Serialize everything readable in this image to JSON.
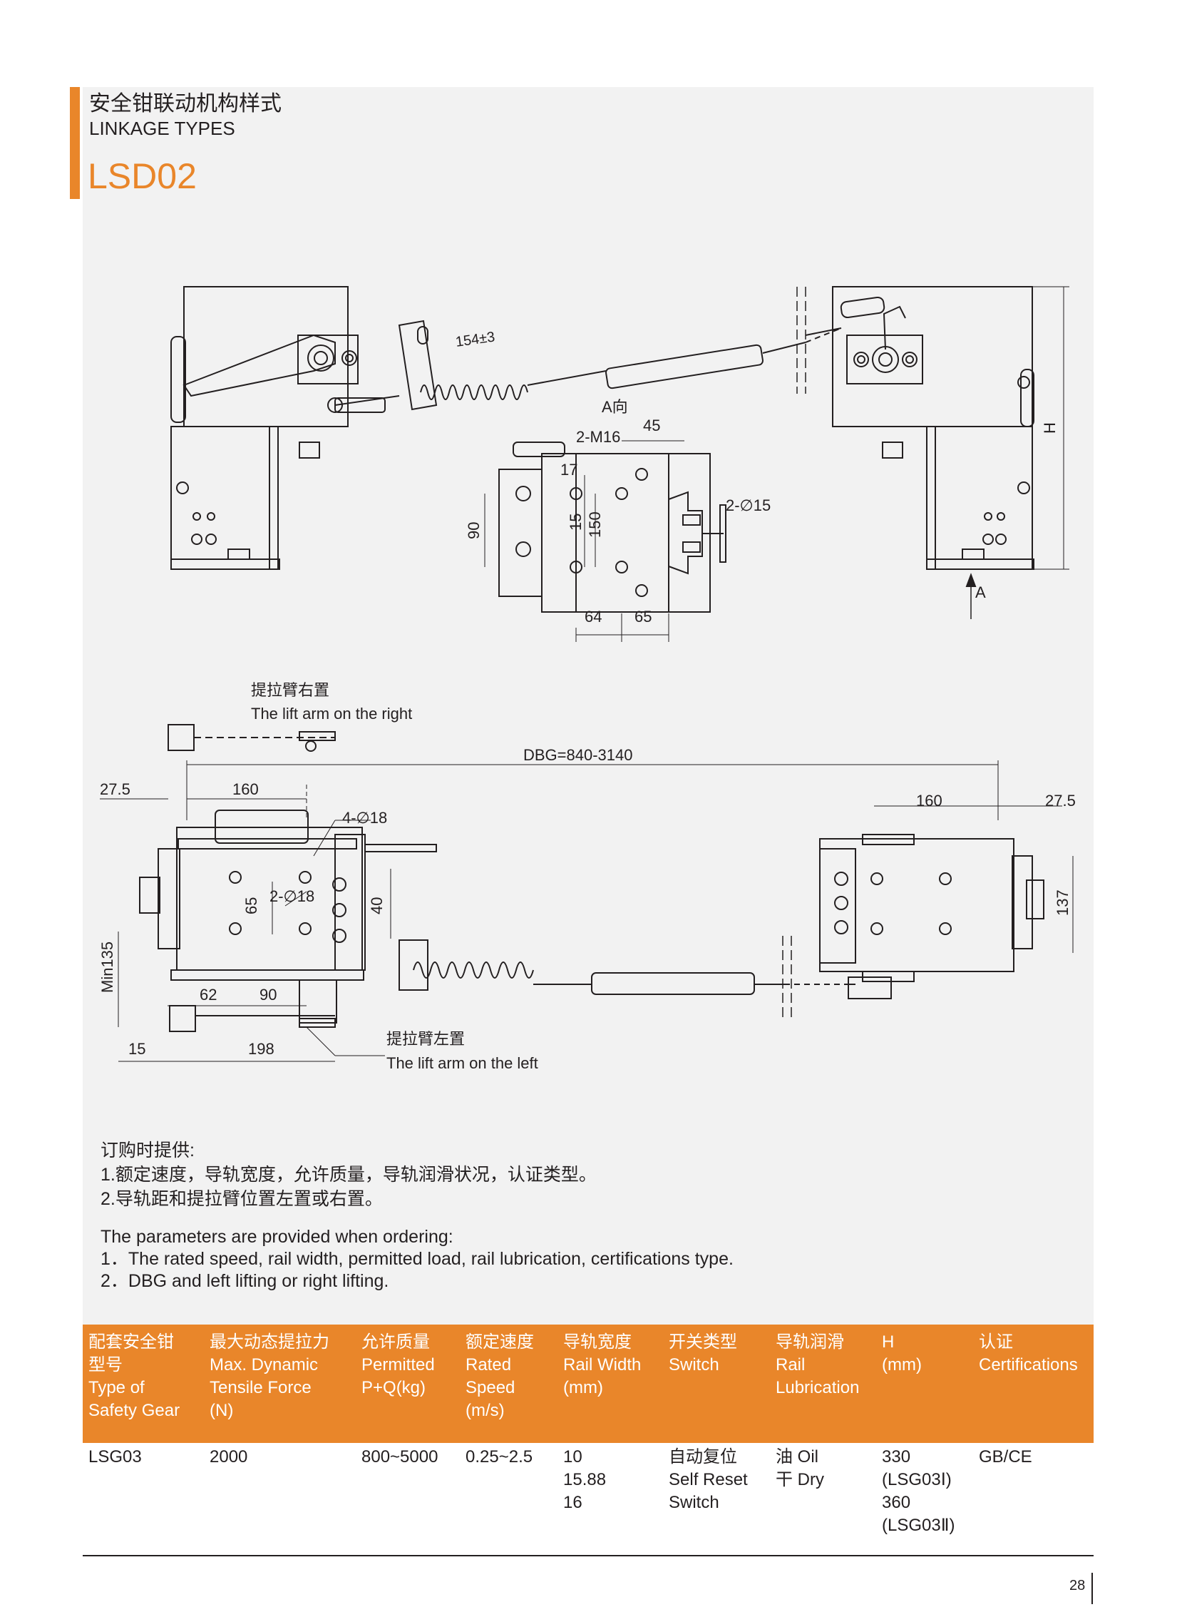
{
  "header": {
    "title_cn": "安全钳联动机构样式",
    "title_en": "LINKAGE TYPES",
    "model": "LSD02"
  },
  "drawing": {
    "dim_154": "154±3",
    "view_a": "A向",
    "m16": "2-M16",
    "d45": "45",
    "d17": "17",
    "d90": "90",
    "d15": "15",
    "d150": "150",
    "phi15": "2-∅15",
    "d64": "64",
    "d65a": "65",
    "arrow_a": "A",
    "h_label": "H",
    "lift_right_cn": "提拉臂右置",
    "lift_right_en": "The lift arm  on the right",
    "dbg": "DBG=840-3140",
    "d27_5_left": "27.5",
    "d160_left": "160",
    "d160_right": "160",
    "d27_5_right": "27.5",
    "phi18_4": "4-∅18",
    "phi18_2": "2-∅18",
    "d65b": "65",
    "d40": "40",
    "d137": "137",
    "min135": "Min135",
    "d62": "62",
    "d90b": "90",
    "d15b": "15",
    "d198": "198",
    "lift_left_cn": "提拉臂左置",
    "lift_left_en": "The lift arm  on the left"
  },
  "notes": {
    "cn_heading": "订购时提供:",
    "cn_line1": "1.额定速度，导轨宽度，允许质量，导轨润滑状况，认证类型。",
    "cn_line2": "2.导轨距和提拉臂位置左置或右置。",
    "en_heading": "The parameters are provided when ordering:",
    "en_line1": "1．The rated speed, rail width, permitted load, rail lubrication, certifications type.",
    "en_line2": "2．DBG and left lifting or right lifting."
  },
  "table": {
    "headers": [
      [
        "配套安全钳",
        "型号",
        "Type of",
        "Safety Gear"
      ],
      [
        "最大动态提拉力",
        "Max. Dynamic",
        "Tensile Force",
        "(N)"
      ],
      [
        "允许质量",
        "Permitted",
        "P+Q(kg)"
      ],
      [
        "额定速度",
        "Rated",
        "Speed",
        "(m/s)"
      ],
      [
        "导轨宽度",
        "Rail Width",
        "(mm)"
      ],
      [
        "开关类型",
        "Switch"
      ],
      [
        "导轨润滑",
        "Rail",
        "Lubrication"
      ],
      [
        "H",
        "(mm)"
      ],
      [
        "认证",
        "Certifications"
      ]
    ],
    "row": [
      [
        "LSG03"
      ],
      [
        "2000"
      ],
      [
        "800~5000"
      ],
      [
        "0.25~2.5"
      ],
      [
        "10",
        "15.88",
        "16"
      ],
      [
        "自动复位",
        "Self Reset",
        "Switch"
      ],
      [
        "油 Oil",
        "干 Dry"
      ],
      [
        "330",
        "(LSG03Ⅰ)",
        "360",
        "(LSG03Ⅱ)"
      ],
      [
        "GB/CE"
      ]
    ]
  },
  "page_number": "28"
}
